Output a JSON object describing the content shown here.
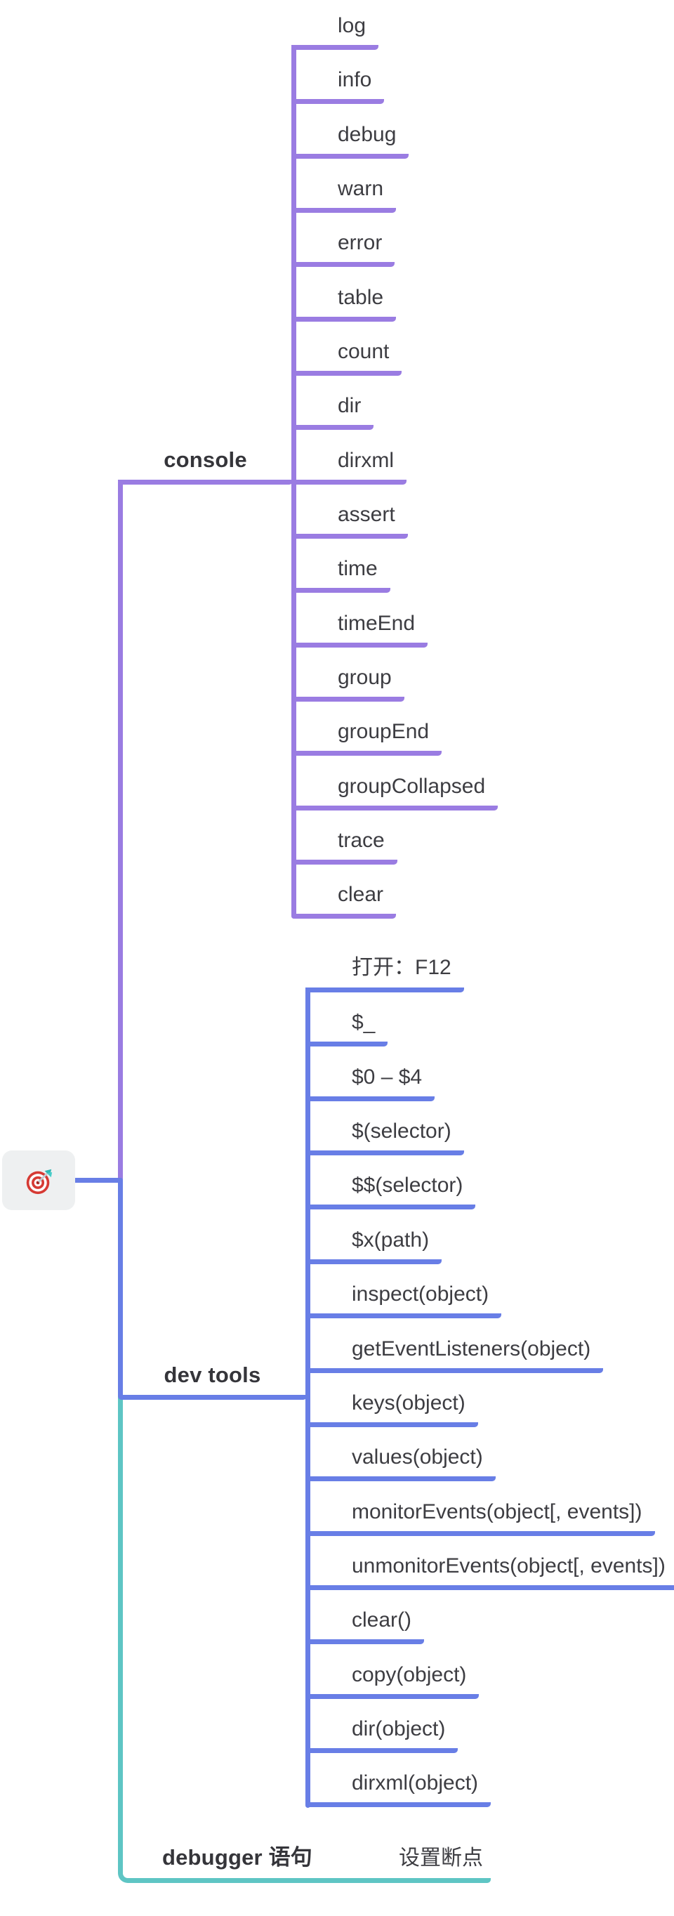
{
  "root": {
    "icon": "dart-target-emoji"
  },
  "colors": {
    "console_purple": "#9a7ce2",
    "devtools_blue": "#687ee6",
    "debugger_teal": "#5ec5c4",
    "text": "#3d3d42",
    "root_box_bg": "#eef0f1"
  },
  "branches": [
    {
      "id": "console",
      "label": "console",
      "color": "#9a7ce2",
      "children": [
        "log",
        "info",
        "debug",
        "warn",
        "error",
        "table",
        "count",
        "dir",
        "dirxml",
        "assert",
        "time",
        "timeEnd",
        "group",
        "groupEnd",
        "groupCollapsed",
        "trace",
        "clear"
      ]
    },
    {
      "id": "dev-tools",
      "label": "dev tools",
      "color": "#687ee6",
      "children": [
        "打开：F12",
        "$_",
        "$0 – $4",
        "$(selector)",
        "$$(selector)",
        "$x(path)",
        "inspect(object)",
        "getEventListeners(object)",
        "keys(object)",
        "values(object)",
        "monitorEvents(object[, events])",
        "unmonitorEvents(object[, events])",
        "clear()",
        "copy(object)",
        "dir(object)",
        "dirxml(object)"
      ]
    },
    {
      "id": "debugger",
      "label": "debugger 语句",
      "color": "#5ec5c4",
      "children": [
        "设置断点"
      ]
    }
  ]
}
